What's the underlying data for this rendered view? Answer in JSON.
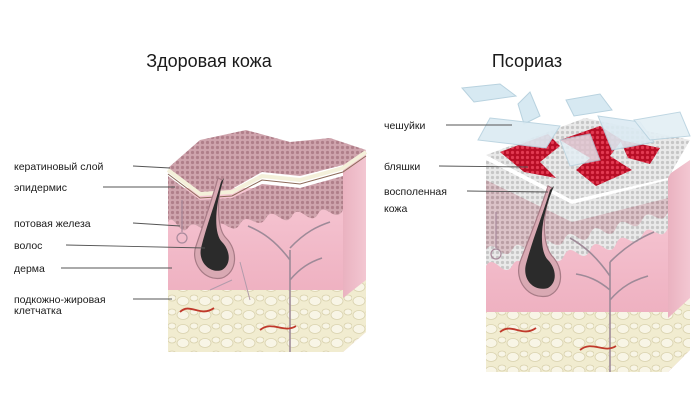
{
  "titles": {
    "healthy": "Здоровая кожа",
    "psoriasis": "Псориаз"
  },
  "healthy_labels": [
    "кератиновый слой",
    "эпидермис",
    "потовая железа",
    "волос",
    "дерма",
    "подкожно-жировая",
    "клетчатка"
  ],
  "psoriasis_labels": [
    "чешуйки",
    "бляшки",
    "восполенная",
    "кожа"
  ],
  "colors": {
    "dermis": "#f2b9c8",
    "epidermis": "#c99aa4",
    "fat": "#f3efd6",
    "plaque": "#c8102e",
    "scale": "#cfe3ee",
    "hair": "#2b2b2b"
  }
}
